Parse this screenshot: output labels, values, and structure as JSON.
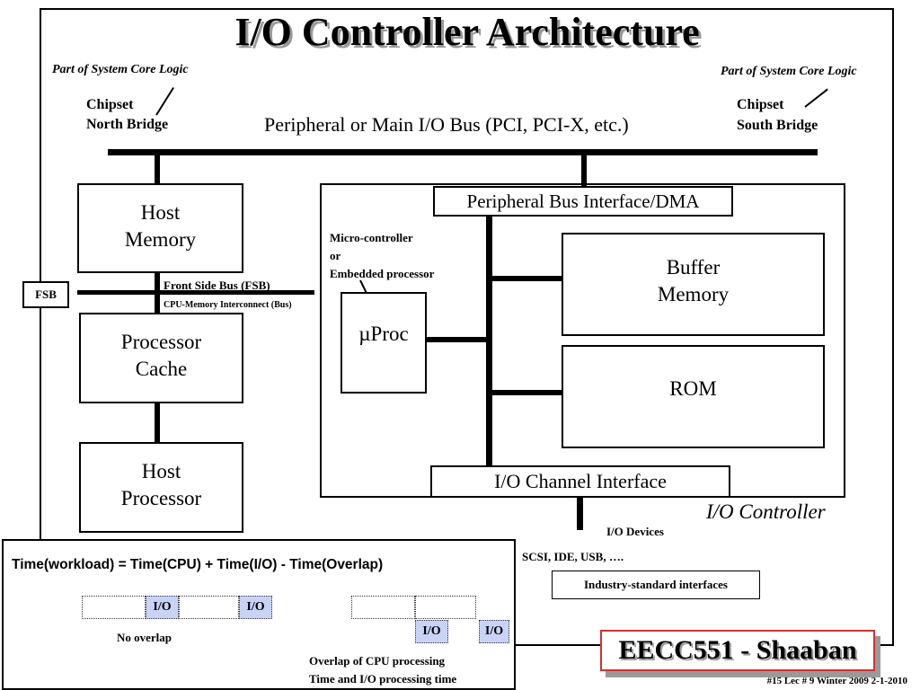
{
  "title": "I/O Controller Architecture",
  "north": {
    "core_logic": "Part of System Core Logic",
    "chipset": "Chipset",
    "bridge": "North Bridge"
  },
  "south": {
    "core_logic": "Part of System Core Logic",
    "chipset": "Chipset",
    "bridge": "South Bridge"
  },
  "bus_label": "Peripheral or Main I/O Bus (PCI, PCI-X, etc.)",
  "host_memory": {
    "line1": "Host",
    "line2": "Memory"
  },
  "fsb_box": "FSB",
  "fsb_label": "Front Side Bus (FSB)",
  "fsb_sub": "CPU-Memory Interconnect (Bus)",
  "processor_cache": {
    "line1": "Processor",
    "line2": "Cache"
  },
  "host_processor": {
    "line1": "Host",
    "line2": "Processor"
  },
  "controller": {
    "pbi": "Peripheral Bus Interface/DMA",
    "micro": {
      "line1": "Micro-controller",
      "line2": "or",
      "line3": "Embedded processor"
    },
    "uproc": "µProc",
    "buffer": {
      "line1": "Buffer",
      "line2": "Memory"
    },
    "rom": "ROM",
    "channel": "I/O Channel Interface",
    "label": "I/O Controller"
  },
  "io_devices": "I/O Devices",
  "interfaces_list": "SCSI, IDE, USB,  ….",
  "industry": "Industry-standard interfaces",
  "equation": "Time(workload) = Time(CPU) + Time(I/O) - Time(Overlap)",
  "io_tag": "I/O",
  "no_overlap": "No overlap",
  "overlap": {
    "line1": "Overlap of CPU processing",
    "line2": "Time and I/O processing time"
  },
  "brand": "EECC551 - Shaaban",
  "footer": "#15   Lec # 9   Winter 2009  2-1-2010"
}
